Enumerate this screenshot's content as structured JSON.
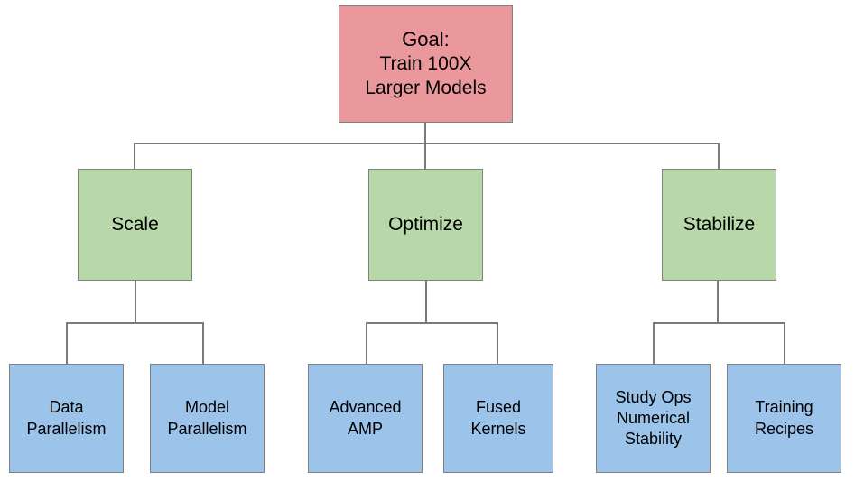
{
  "diagram": {
    "type": "hierarchy-tree",
    "title": "Goal: Train 100X Larger Models",
    "orientation": "top-down",
    "levels": 3,
    "colors": {
      "goal_fill": "#eb989d",
      "branch_fill": "#b9d8a9",
      "leaf_fill": "#9cc3e9",
      "border": "#808080",
      "connector": "#7a7a7a",
      "background": "#ffffff",
      "text": "#000000"
    },
    "root": {
      "id": "goal",
      "title_line": "Goal:",
      "body_lines": "Train 100X\nLarger Models",
      "full_text": "Goal: Train 100X Larger Models"
    },
    "branches": [
      {
        "id": "scale",
        "label": "Scale",
        "children": [
          {
            "id": "data-parallelism",
            "label": "Data\nParallelism",
            "full_text": "Data Parallelism"
          },
          {
            "id": "model-parallelism",
            "label": "Model\nParallelism",
            "full_text": "Model Parallelism"
          }
        ]
      },
      {
        "id": "optimize",
        "label": "Optimize",
        "children": [
          {
            "id": "advanced-amp",
            "label": "Advanced\nAMP",
            "full_text": "Advanced AMP"
          },
          {
            "id": "fused-kernels",
            "label": "Fused\nKernels",
            "full_text": "Fused Kernels"
          }
        ]
      },
      {
        "id": "stabilize",
        "label": "Stabilize",
        "children": [
          {
            "id": "study-ops-numerical-stability",
            "label": "Study Ops\nNumerical\nStability",
            "full_text": "Study Ops Numerical Stability"
          },
          {
            "id": "training-recipes",
            "label": "Training\nRecipes",
            "full_text": "Training Recipes"
          }
        ]
      }
    ]
  }
}
